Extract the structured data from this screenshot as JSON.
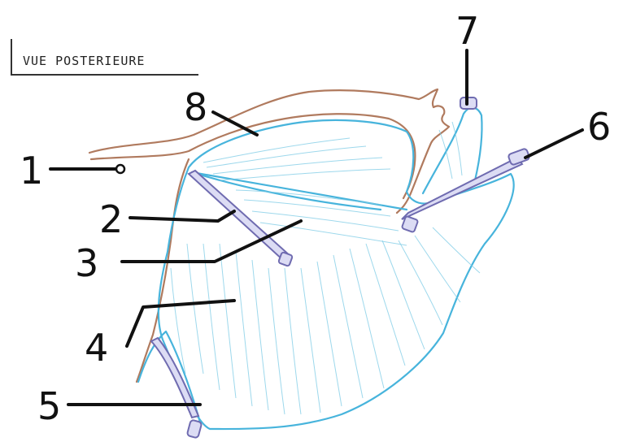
{
  "diagram": {
    "title": "VUE POSTERIEURE",
    "labels": [
      {
        "id": "1",
        "text": "1"
      },
      {
        "id": "2",
        "text": "2"
      },
      {
        "id": "3",
        "text": "3"
      },
      {
        "id": "4",
        "text": "4"
      },
      {
        "id": "5",
        "text": "5"
      },
      {
        "id": "6",
        "text": "6"
      },
      {
        "id": "7",
        "text": "7"
      },
      {
        "id": "8",
        "text": "8"
      }
    ],
    "colors": {
      "muscle_outline": "#47b4dc",
      "muscle_hatch": "#7ccbe6",
      "bone": "#b07a5e",
      "ligament": "#6f6bb0",
      "leader_lines": "#111111"
    }
  }
}
